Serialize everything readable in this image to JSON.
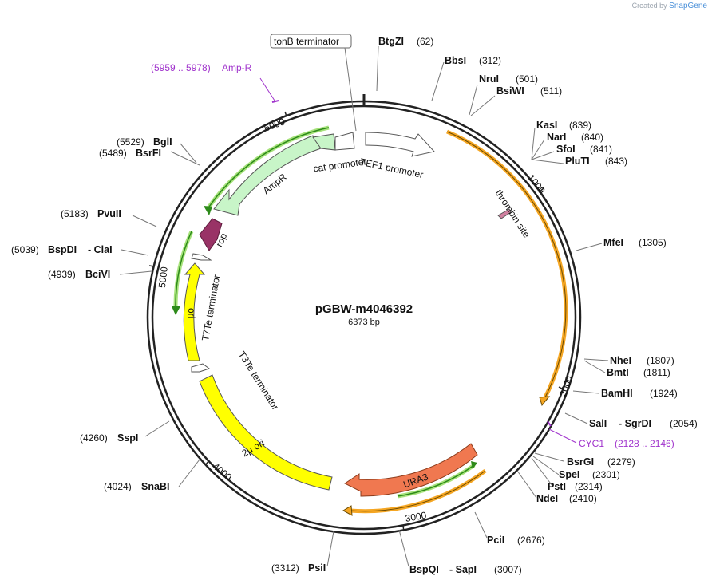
{
  "branding": {
    "created_by": "Created by",
    "product": "SnapGene"
  },
  "plasmid": {
    "name": "pGBW-m4046392",
    "length": "6373 bp"
  },
  "enzymes": [
    {
      "name": "BtgZI",
      "pos": "(62)"
    },
    {
      "name": "BbsI",
      "pos": "(312)"
    },
    {
      "name": "NruI",
      "pos": "(501)"
    },
    {
      "name": "BsiWI",
      "pos": "(511)"
    },
    {
      "name": "KasI",
      "pos": "(839)"
    },
    {
      "name": "NarI",
      "pos": "(840)"
    },
    {
      "name": "SfoI",
      "pos": "(841)"
    },
    {
      "name": "PluTI",
      "pos": "(843)"
    },
    {
      "name": "MfeI",
      "pos": "(1305)"
    },
    {
      "name": "NheI",
      "pos": "(1807)"
    },
    {
      "name": "BmtI",
      "pos": "(1811)"
    },
    {
      "name": "BamHI",
      "pos": "(1924)"
    },
    {
      "name": "SalI",
      "pos": ""
    },
    {
      "name": "- SgrDI",
      "pos": "(2054)"
    },
    {
      "name": "BsrGI",
      "pos": "(2279)"
    },
    {
      "name": "SpeI",
      "pos": "(2301)"
    },
    {
      "name": "PstI",
      "pos": "(2314)"
    },
    {
      "name": "NdeI",
      "pos": "(2410)"
    },
    {
      "name": "PciI",
      "pos": "(2676)"
    },
    {
      "name": "BspQI",
      "pos": ""
    },
    {
      "name": "- SapI",
      "pos": "(3007)"
    },
    {
      "name": "PsiI",
      "pos": "(3312)"
    },
    {
      "name": "SnaBI",
      "pos": "(4024)"
    },
    {
      "name": "SspI",
      "pos": "(4260)"
    },
    {
      "name": "BciVI",
      "pos": "(4939)"
    },
    {
      "name": "BspDI",
      "pos": "(5039)"
    },
    {
      "name": "- ClaI",
      "pos": ""
    },
    {
      "name": "PvuII",
      "pos": "(5183)"
    },
    {
      "name": "BsrFI",
      "pos": "(5489)"
    },
    {
      "name": "BglI",
      "pos": "(5529)"
    }
  ],
  "primers": [
    {
      "name": "Amp-R",
      "range": "(5959 .. 5978)"
    },
    {
      "name": "CYC1",
      "range": "(2128 .. 2146)"
    }
  ],
  "features": {
    "tonb": "tonB terminator",
    "cat_promoter": "cat promoter",
    "tef1_promoter": "TEF1 promoter",
    "thrombin": "thrombin site",
    "ampr": "AmpR",
    "rop": "rop",
    "t7te": "T7Te terminator",
    "ori": "ori",
    "t3te": "T3Te terminator",
    "two_micron": "2μ ori",
    "ura3": "URA3"
  },
  "ticks": [
    "1000",
    "2000",
    "3000",
    "4000",
    "5000",
    "6000"
  ],
  "colors": {
    "ampr": "#c8f5c8",
    "rop": "#993366",
    "ori": "#ffff00",
    "ura3": "#f07850",
    "primer": "#a033cc",
    "orange_track": "#f5a623",
    "green_track": "#2d8a1a"
  }
}
